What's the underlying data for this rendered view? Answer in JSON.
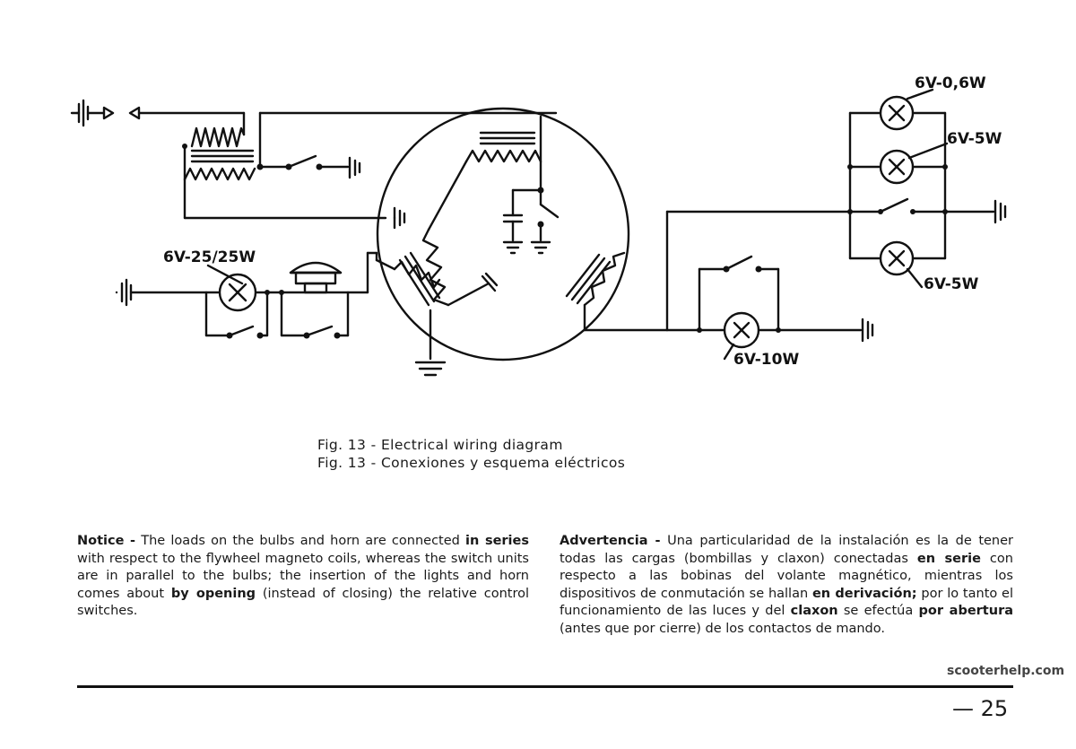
{
  "figure": {
    "labels": {
      "bulb_top": "6V-0,6W",
      "bulb_mid": "6V-5W",
      "bulb_bot": "6V-5W",
      "bulb_head": "6V-25/25W",
      "bulb_lower": "6V-10W"
    }
  },
  "caption": {
    "line1": "Fig. 13 - Electrical wiring diagram",
    "line2": "Fig. 13 - Conexiones y esquema eléctricos"
  },
  "notice": {
    "title": "Notice -",
    "t1": " The loads on the bulbs and horn are connected ",
    "b1": "in series",
    "t2": " with respect to the flywheel magneto coils, whereas the switch units are in parallel to the bulbs; the insertion of the lights and horn comes about ",
    "b2": "by opening",
    "t3": " (instead of closing) the relative control switches."
  },
  "advertencia": {
    "title": "Advertencia -",
    "t1": " Una particularidad de la instalación es la de tener todas las cargas (bombillas y claxon) conectadas ",
    "b1": "en serie",
    "t2": " con respecto a las bobinas del volante magnético, mientras los dispositivos de conmutación se hallan ",
    "b2": "en derivación;",
    "t3": " por lo tanto el funcionamiento de las luces y del ",
    "b3": "claxon",
    "t4": " se efectúa ",
    "b4": "por abertura",
    "t5": " (antes que por cierre) de los contactos de mando."
  },
  "footer": {
    "page_number": "— 25",
    "watermark": "scooterhelp.com"
  }
}
